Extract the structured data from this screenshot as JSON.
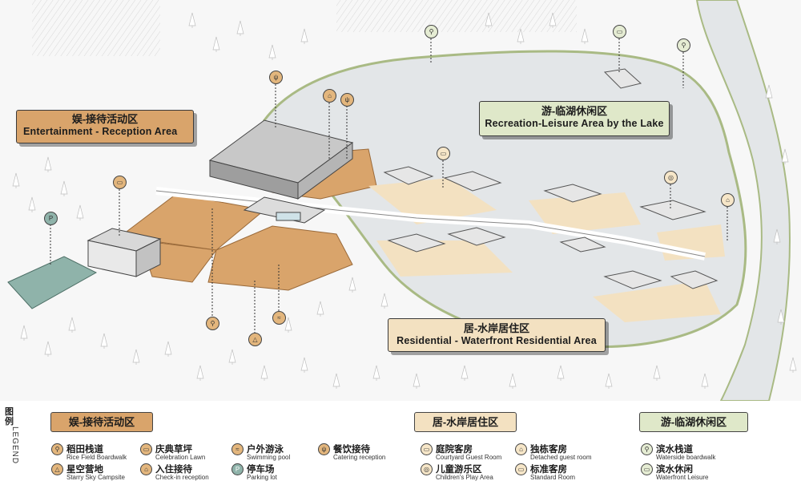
{
  "zones": {
    "entertainment": {
      "cn": "娱-接待活动区",
      "en": "Entertainment - Reception Area"
    },
    "recreation": {
      "cn": "游-临湖休闲区",
      "en": "Recreation-Leisure Area by the Lake"
    },
    "residential": {
      "cn": "居-水岸居住区",
      "en": "Residential - Waterfront Residential Area"
    }
  },
  "legend": {
    "title_cn": "图例",
    "title_en": "LEGEND",
    "entertainment_head": "娱-接待活动区",
    "residential_head": "居-水岸居住区",
    "recreation_head": "游-临湖休闲区",
    "items": {
      "rice_field": {
        "cn": "稻田栈道",
        "en": "Rice Field Boardwalk"
      },
      "campsite": {
        "cn": "星空营地",
        "en": "Starry Sky Campsite"
      },
      "lawn": {
        "cn": "庆典草坪",
        "en": "Celebration Lawn"
      },
      "checkin": {
        "cn": "入住接待",
        "en": "Check-in reception"
      },
      "pool": {
        "cn": "户外游泳",
        "en": "Swimming pool"
      },
      "parking": {
        "cn": "停车场",
        "en": "Parking lot"
      },
      "catering": {
        "cn": "餐饮接待",
        "en": "Catering reception"
      },
      "courtyard": {
        "cn": "庭院客房",
        "en": "Courtyard Guest Room"
      },
      "play": {
        "cn": "儿童游乐区",
        "en": "Children's Play Area"
      },
      "detached": {
        "cn": "独栋客房",
        "en": "Detached guest room"
      },
      "standard": {
        "cn": "标准客房",
        "en": "Standard Room"
      },
      "boardwalk": {
        "cn": "滨水栈道",
        "en": "Waterside boardwalk"
      },
      "leisure": {
        "cn": "滨水休闲",
        "en": "Waterfront Leisure"
      }
    }
  },
  "icons": {
    "parking": "P",
    "walk": "person-walking-icon",
    "campsite": "tent-icon",
    "lawn": "lawn-icon",
    "checkin": "reception-icon",
    "pool": "swimmer-icon",
    "catering": "cutlery-icon",
    "courtyard": "courtyard-icon",
    "play": "play-icon",
    "detached": "house-icon",
    "standard": "room-icon"
  },
  "colors": {
    "entertainment": "#d9a46b",
    "residential": "#f3e1c1",
    "recreation": "#dfe8c9",
    "lake": "#e3e6e8",
    "parking": "#8fb3aa",
    "boundary": "#a9ba84"
  }
}
